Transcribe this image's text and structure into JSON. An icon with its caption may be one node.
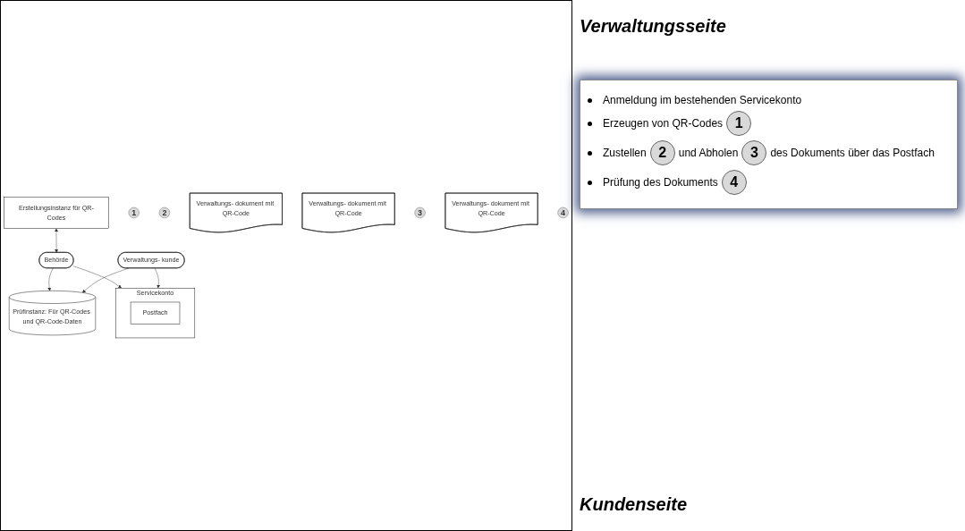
{
  "diagram": {
    "nodes": [
      {
        "text": [
          "Erstellungsinstanz für QR-Codes"
        ]
      },
      {
        "text": [
          "Behörde"
        ]
      },
      {
        "text": [
          "1"
        ]
      },
      {
        "text": [
          "Prüfinstanz: Für QR-Codes und QR-Code-Daten"
        ]
      },
      {
        "text": [
          "2"
        ]
      },
      {
        "text": [
          "Verwaltungs- dokument mit QR-Code"
        ]
      },
      {
        "text": [
          "Servicekonto"
        ]
      },
      {
        "text": [
          "Postfach"
        ],
        "in": 6
      },
      {
        "text": [
          "Verwaltungs- dokument mit QR-Code"
        ]
      },
      {
        "text": [
          "3"
        ]
      },
      {
        "text": [
          "Verwaltungs- dokument mit QR-Code"
        ]
      },
      {
        "text": [
          "Verwaltungs- kunde"
        ]
      },
      {
        "text": [
          "4"
        ]
      }
    ],
    "edges": [
      {
        "from": 0,
        "to": 1,
        "arrow": "both"
      },
      {
        "from": 1,
        "to": 3,
        "arrow": "to"
      },
      {
        "from": 1,
        "to": 6,
        "arrow": "to"
      },
      {
        "from": 11,
        "to": 6,
        "arrow": "to"
      },
      {
        "from": 11,
        "to": 3,
        "arrow": "to"
      }
    ],
    "labels": [
      "Verwaltungsseite",
      "Anmeldung im bestehenden Servicekonto",
      "Erzeugen von QR-Codes",
      "1",
      "Zustellen",
      "2",
      "und Abholen",
      "3",
      "des Dokuments über das Postfach",
      "Prüfung des Dokuments",
      "4",
      "Kundenseite"
    ]
  }
}
